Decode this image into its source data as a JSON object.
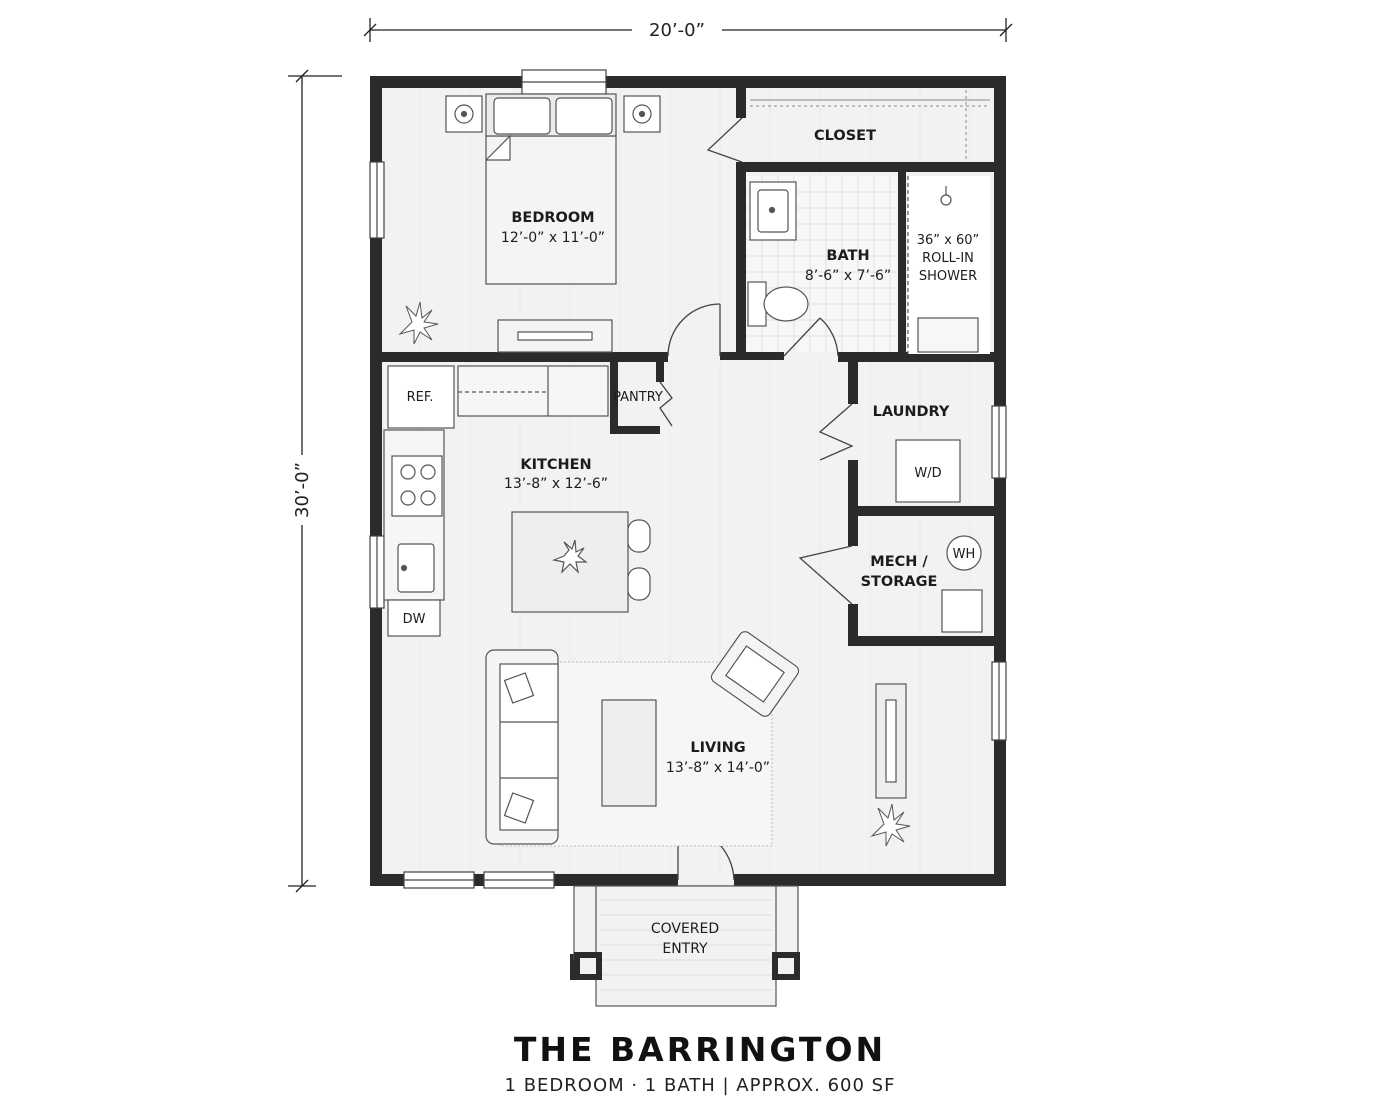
{
  "dimensions": {
    "width": "20’-0”",
    "depth": "30’-0”"
  },
  "rooms": {
    "bedroom": {
      "name": "BEDROOM",
      "size": "12’-0” x 11’-0”"
    },
    "closet": {
      "name": "CLOSET"
    },
    "bath": {
      "name": "BATH",
      "size": "8’-6” x 7’-6”"
    },
    "shower": {
      "line1": "36” x 60”",
      "line2": "ROLL-IN",
      "line3": "SHOWER"
    },
    "kitchen": {
      "name": "KITCHEN",
      "size": "13’-8” x 12’-6”"
    },
    "pantry": {
      "name": "PANTRY"
    },
    "laundry": {
      "name": "LAUNDRY"
    },
    "mech": {
      "line1": "MECH /",
      "line2": "STORAGE"
    },
    "living": {
      "name": "LIVING",
      "size": "13’-8” x 14’-0”"
    },
    "entry": {
      "line1": "COVERED",
      "line2": "ENTRY"
    }
  },
  "appliances": {
    "ref": "REF.",
    "dw": "DW",
    "wd": "W/D",
    "wh": "WH"
  },
  "title": "THE BARRINGTON",
  "subtitle": "1 BEDROOM · 1 BATH | APPROX. 600 SF",
  "colors": {
    "wall": "#2b2b2b",
    "floor": "#f3f2f1",
    "fixture": "#ffffff",
    "line": "#555555"
  }
}
